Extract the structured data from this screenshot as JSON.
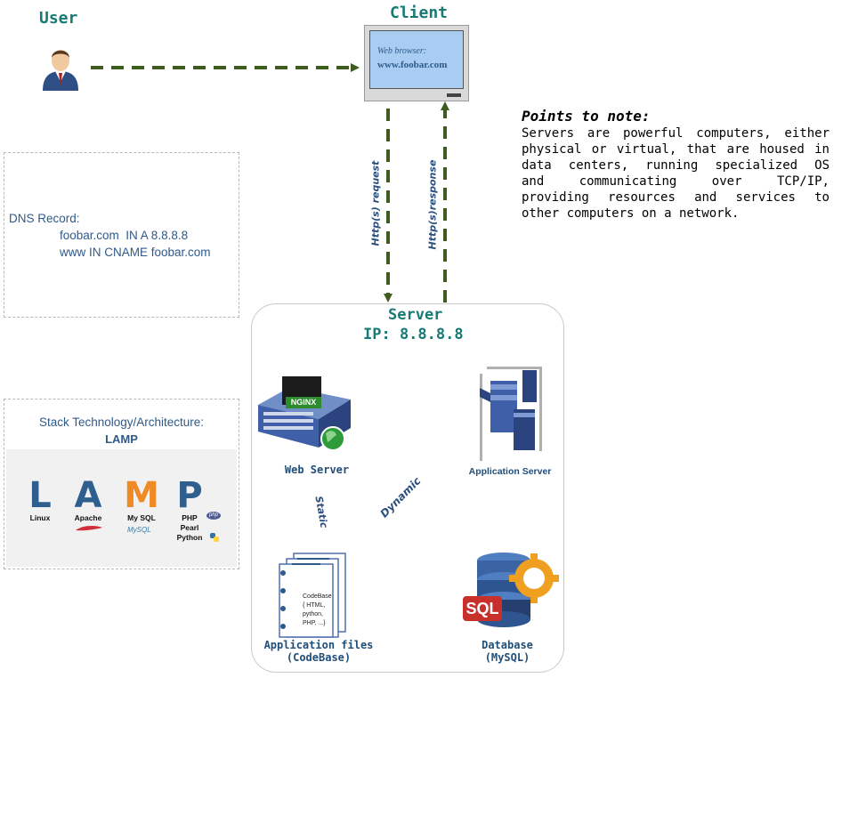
{
  "user": {
    "title": "User"
  },
  "client": {
    "title": "Client",
    "screen_line1": "Web browser:",
    "screen_line2": "www.foobar.com"
  },
  "edges": {
    "request": "Http(s) request",
    "response": "Http(s)response",
    "static": "Static",
    "dynamic": "Dynamic"
  },
  "notes": {
    "title": "Points to note:",
    "lines": [
      "Servers are powerful computers, either",
      "physical or virtual, that are housed in",
      "data centers, running specialized OS",
      "and communicating over TCP/IP,",
      "providing resources and services to",
      "other computers on a network."
    ]
  },
  "dns": {
    "label": "DNS Record:",
    "record1": "foobar.com  IN A 8.8.8.8",
    "record2": "www IN CNAME foobar.com"
  },
  "stack": {
    "title": "Stack Technology/Architecture:",
    "name": "LAMP",
    "letters": [
      {
        "letter": "L",
        "tech": "Linux",
        "color": "#2e5f8f"
      },
      {
        "letter": "A",
        "tech": "Apache",
        "color": "#2e5f8f"
      },
      {
        "letter": "M",
        "tech": "My SQL",
        "color": "#f08a24"
      },
      {
        "letter": "P",
        "tech": "PHP\nPearl\nPython",
        "color": "#2e5f8f"
      }
    ],
    "logo_php": "php",
    "logo_mysql": "MySQL"
  },
  "server": {
    "title": "Server",
    "ip": "IP: 8.8.8.8",
    "nginx_badge": "NGINX",
    "web_server": "Web Server",
    "app_server": "Application Server",
    "app_files_line1": "Application files",
    "app_files_line2": "(CodeBase)",
    "codebase_text": [
      "CodeBase",
      "{ HTML,",
      "python,",
      "PHP, ...}"
    ],
    "database_line1": "Database",
    "database_line2": "(MySQL)",
    "sql_badge": "SQL"
  },
  "colors": {
    "arrow": "#3d5c1e",
    "title_teal": "#177a74",
    "label_blue": "#1f4e79"
  }
}
